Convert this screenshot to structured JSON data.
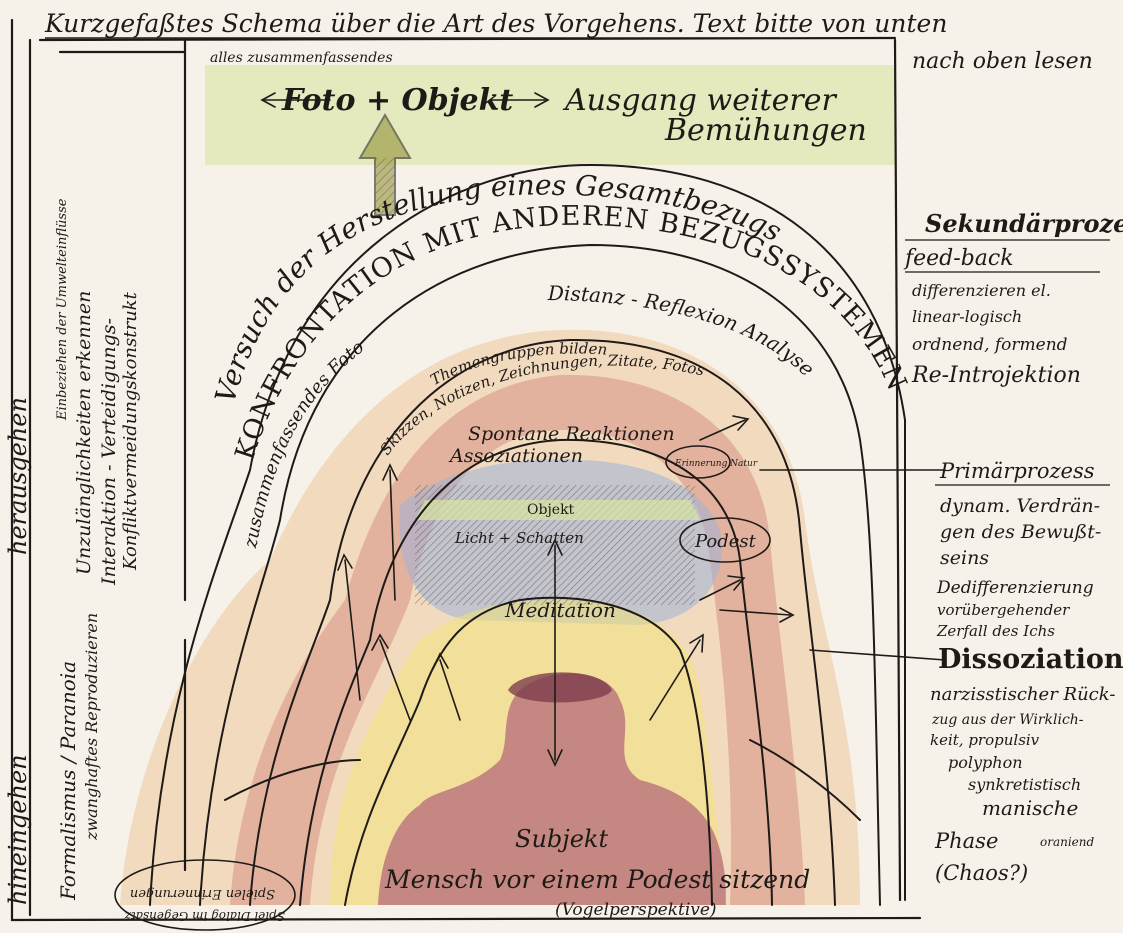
{
  "header": {
    "title": "Kurzgefaßtes Schema über die Art des Vorgehens. Text bitte von unten",
    "title_cont": "nach oben lesen"
  },
  "top": {
    "summary_small": "alles zusammenfassendes",
    "foto_objekt": "Foto + Objekt",
    "ausgang_1": "Ausgang weiterer",
    "ausgang_2": "Bemühungen"
  },
  "arcs": {
    "gesamtbezug": "Versuch der Herstellung eines Gesamtbezugs",
    "konfrontation": "KONFRONTATION MIT ANDEREN BEZUGSSYSTEMEN",
    "zusammenfassendes_foto": "zusammenfassendes Foto",
    "distanz": "Distanz - Reflexion Analyse",
    "themengruppen": "Themengruppen bilden",
    "skizzen": "Skizzen, Notizen, Zeichnungen, Zitate, Fotos",
    "spontane": "Spontane Reaktionen",
    "assoziationen": "Assoziationen",
    "erinnerung": "Erinnerung Natur"
  },
  "center": {
    "objekt": "Objekt",
    "licht": "Licht + Schatten",
    "podest": "Podest",
    "meditation": "Meditation",
    "subjekt": "Subjekt",
    "mensch": "Mensch vor einem Podest sitzend",
    "vogel": "(Vogelperspektive)"
  },
  "left": {
    "heraus": "herausgehen",
    "hinein": "hineingehen",
    "col2_small": "Einbeziehen der Umwelteinflüsse",
    "col2": "Unzulänglichkeiten erkennen",
    "col3": "Interaktion - Verteidigungs-",
    "col3b": "Konfliktvermeidungskonstrukt",
    "formal": "Formalismus / Paranoia",
    "zwang": "zwanghaftes Reproduzieren"
  },
  "right": {
    "sekundaer_title": "Sekundärprozess",
    "feedback": "feed-back",
    "sek_lines": [
      "differenzieren el.",
      "linear-logisch",
      "ordnend, formend",
      "Re-Introjektion"
    ],
    "primaer_title": "Primärprozess",
    "prim_lines": [
      "dynam. Verdrän-",
      "gen des Bewußt-",
      "seins",
      "Dedifferenzierung",
      "vorübergehender",
      "Zerfall des Ichs"
    ],
    "dissoziation": "Dissoziation",
    "diss_lines": [
      "narzisstischer Rück-",
      "zug aus der Wirklich-",
      "keit, propulsiv",
      "polyphon",
      "synkretistisch",
      "manische",
      "Phase",
      "(Chaos?)"
    ],
    "diss_aside": "oraniend"
  },
  "corner": {
    "line1": "Spielen Erinnerungen",
    "line2": "Spiel Dialog im Gegensatz"
  },
  "colors": {
    "ink": "#1e1a17",
    "paper": "#f6f2ea",
    "lime": "#cfe08a",
    "yellow": "#f2e37a",
    "orange": "#e9a35a",
    "red": "#c97068",
    "pink": "#c98a94",
    "blue": "#9fb3d8",
    "olive": "#8e8a2a"
  }
}
